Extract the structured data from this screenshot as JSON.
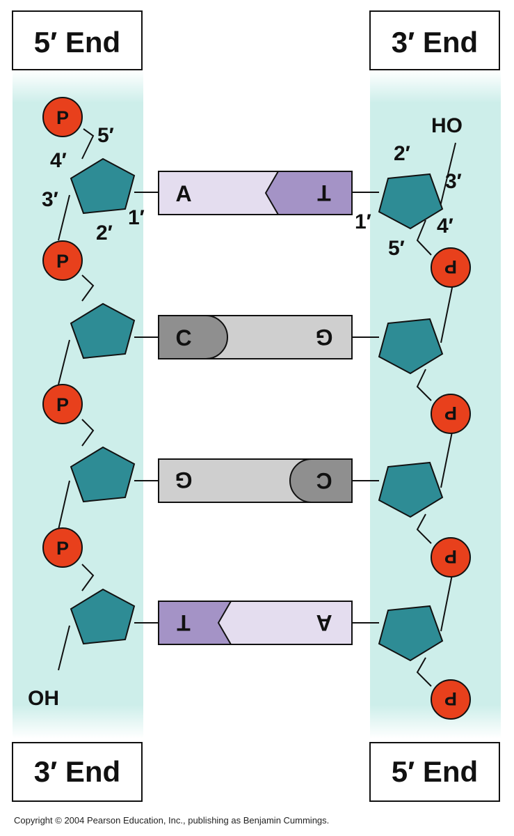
{
  "ends": {
    "top_left": "5′ End",
    "top_right": "3′ End",
    "bottom_left": "3′ End",
    "bottom_right": "5′ End"
  },
  "carbon_labels_left": {
    "c5": "5′",
    "c4": "4′",
    "c3": "3′",
    "c2": "2′",
    "c1": "1′"
  },
  "carbon_labels_right": {
    "c2": "2′",
    "c3": "3′",
    "c1": "1′",
    "c4": "4′",
    "c5": "5′"
  },
  "terminal_groups": {
    "top_right": "HO",
    "bottom_left": "OH"
  },
  "phosphate_label": "P",
  "base_pairs": [
    {
      "left": "A",
      "right": "T"
    },
    {
      "left": "C",
      "right": "G"
    },
    {
      "left": "G",
      "right": "C"
    },
    {
      "left": "T",
      "right": "A"
    }
  ],
  "colors": {
    "backbone_band": "#cdeeea",
    "sugar": "#2e8c95",
    "phosphate": "#e8401c",
    "adenine": "#e4ddef",
    "thymine": "#a493c6",
    "cytosine": "#8f8f8f",
    "guanine": "#cfcfcf"
  },
  "copyright": "Copyright © 2004 Pearson Education, Inc., publishing as Benjamin Cummings."
}
